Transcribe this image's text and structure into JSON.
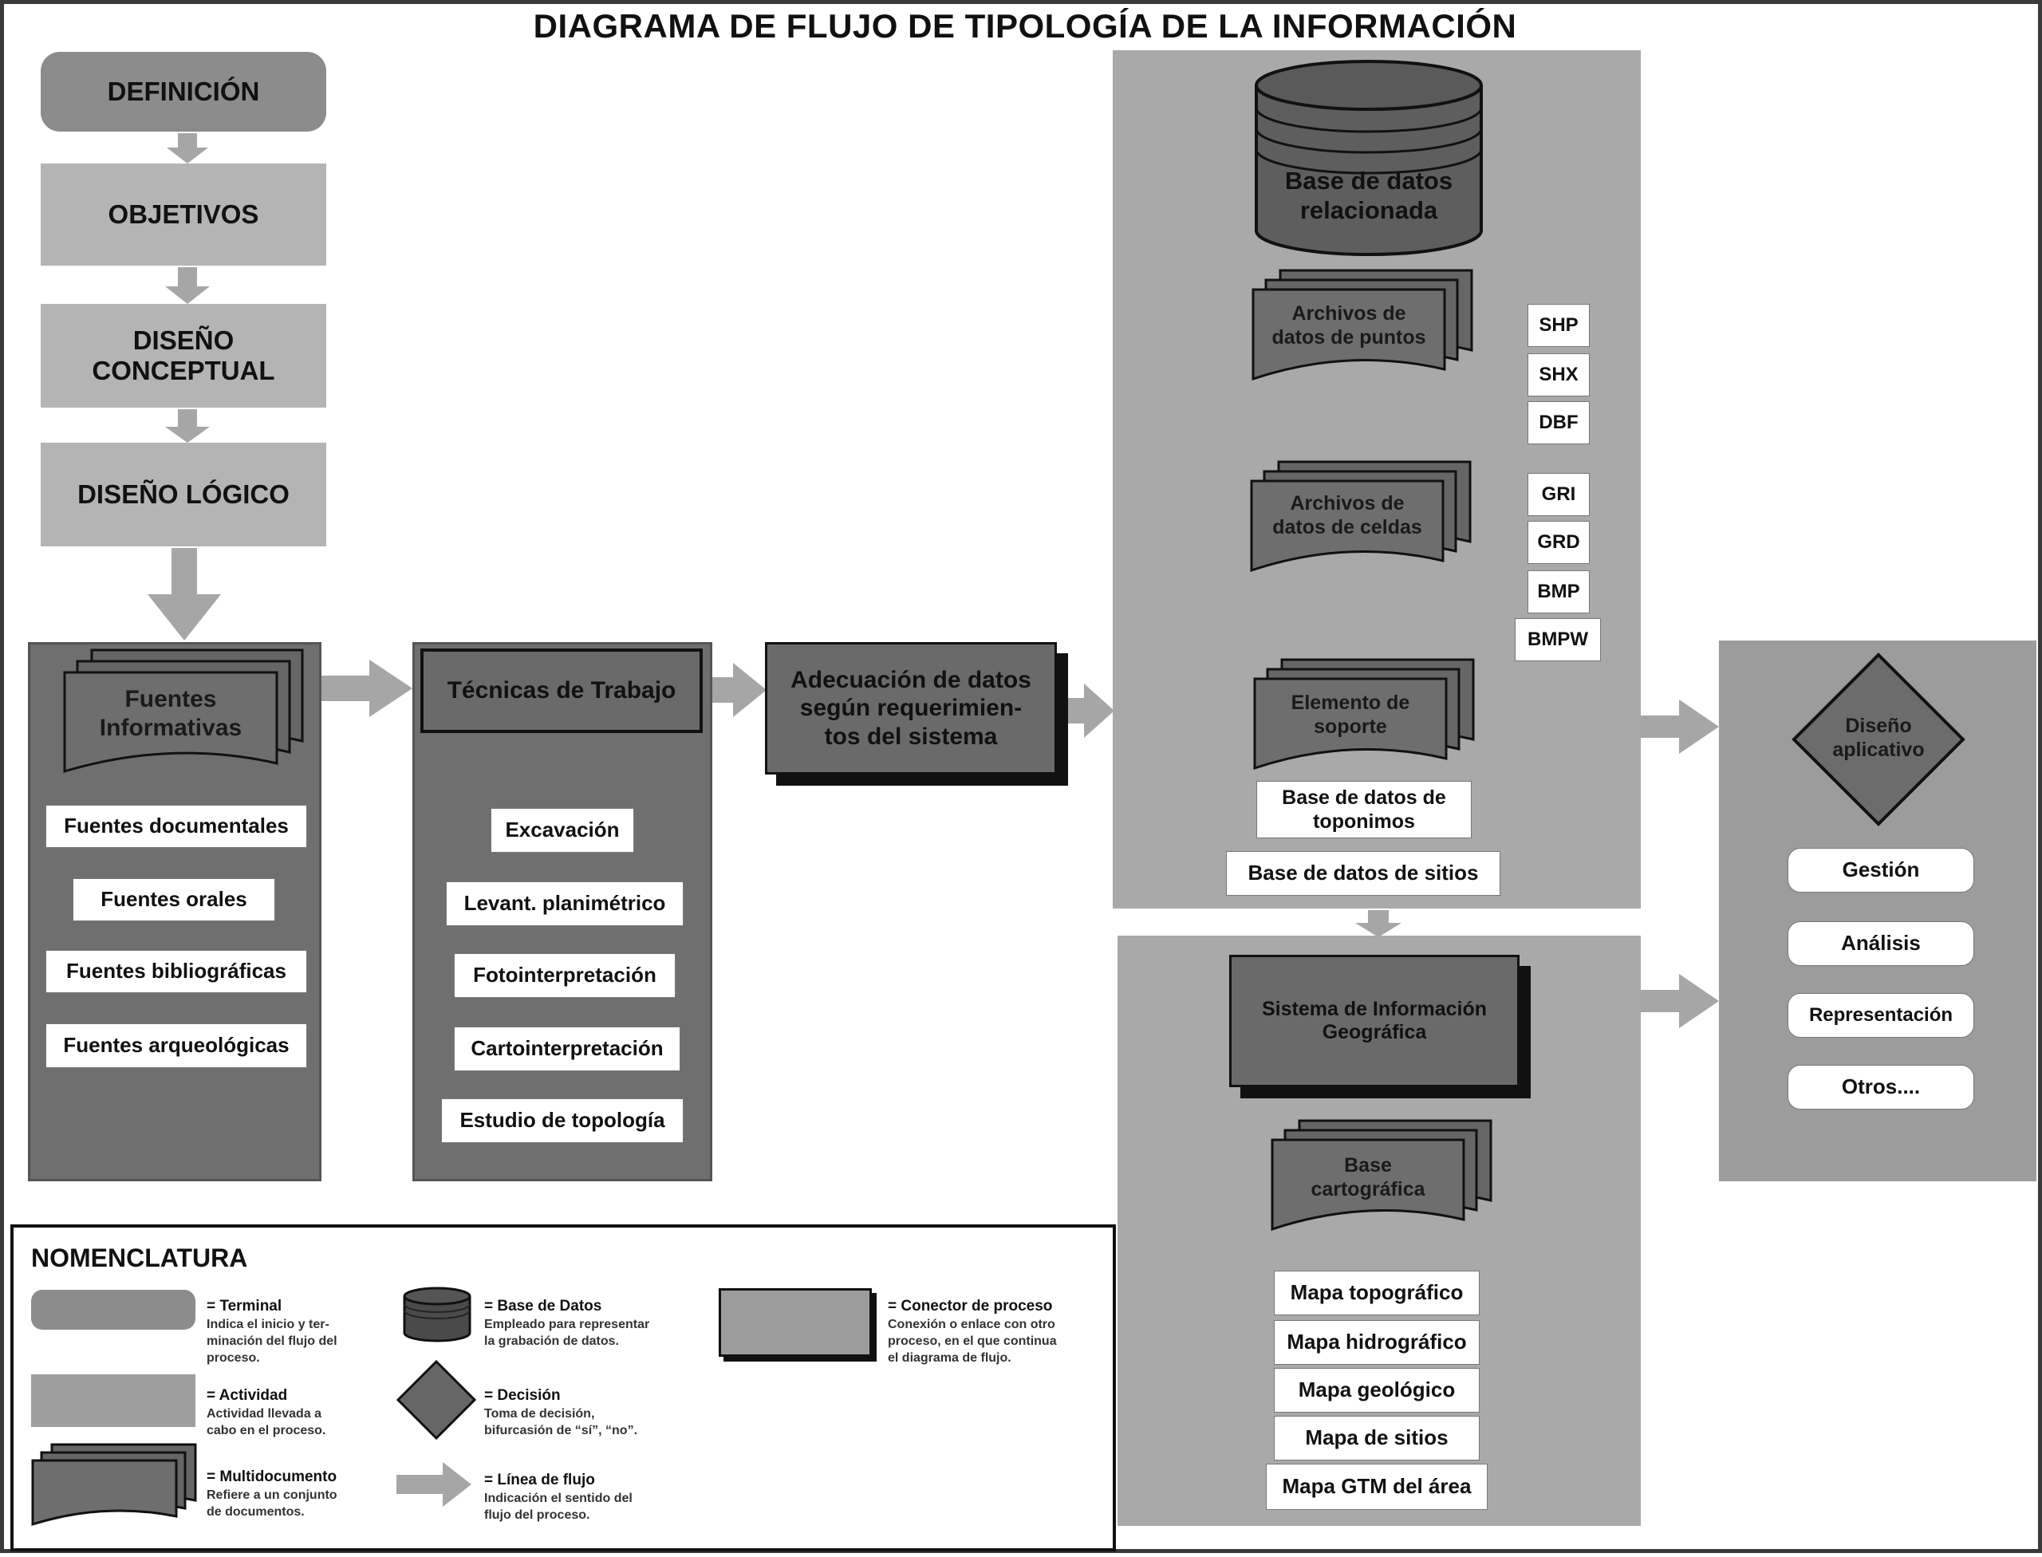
{
  "title": "DIAGRAMA DE FLUJO DE TIPOLOGÍA DE LA INFORMACIÓN",
  "left_column": {
    "definicion": "DEFINICIÓN",
    "objetivos": "OBJETIVOS",
    "diseno_conceptual": "DISEÑO\nCONCEPTUAL",
    "diseno_logico": "DISEÑO LÓGICO"
  },
  "fuentes": {
    "header": "Fuentes\nInformativas",
    "items": [
      "Fuentes documentales",
      "Fuentes orales",
      "Fuentes bibliográficas",
      "Fuentes arqueológicas"
    ]
  },
  "tecnicas": {
    "header": "Técnicas de Trabajo",
    "items": [
      "Excavación",
      "Levant. planimétrico",
      "Fotointerpretación",
      "Cartointerpretación",
      "Estudio de topología"
    ]
  },
  "adecuacion": "Adecuación de datos\nsegún requerimien-\ntos del sistema",
  "database": {
    "label": "Base de datos\nrelacionada",
    "puntos": "Archivos de\ndatos de puntos",
    "celdas": "Archivos de\ndatos de celdas",
    "soporte": "Elemento de\nsoporte",
    "formats_puntos": [
      "SHP",
      "SHX",
      "DBF"
    ],
    "formats_celdas": [
      "GRI",
      "GRD",
      "BMP",
      "BMPW"
    ],
    "toponimos": "Base de datos de\ntoponimos",
    "sitios": "Base de datos de sitios"
  },
  "sig": {
    "label": "Sistema de Información\nGeográfica",
    "base_cartografica": "Base\ncartográfica",
    "maps": [
      "Mapa topográfico",
      "Mapa hidrográfico",
      "Mapa geológico",
      "Mapa de sitios",
      "Mapa GTM del área"
    ]
  },
  "aplicativo": {
    "label": "Diseño\naplicativo",
    "items": [
      "Gestión",
      "Análisis",
      "Representación",
      "Otros...."
    ]
  },
  "legend": {
    "title": "NOMENCLATURA",
    "terminal": {
      "name": "= Terminal",
      "desc": "Indica el inicio y ter-\nminación del flujo del\nproceso."
    },
    "actividad": {
      "name": "= Actividad",
      "desc": "Actividad llevada a\ncabo en el proceso."
    },
    "multidocumento": {
      "name": "= Multidocumento",
      "desc": "Refiere a un conjunto\nde documentos."
    },
    "base_datos": {
      "name": "= Base de Datos",
      "desc": "Empleado para representar\nla grabación de datos."
    },
    "decision": {
      "name": "= Decisión",
      "desc": "Toma de decisión,\nbifurcasión de “sí”, “no”."
    },
    "linea_flujo": {
      "name": "= Línea de flujo",
      "desc": "Indicación el sentido del\nflujo del proceso."
    },
    "conector": {
      "name": "= Conector de proceso",
      "desc": "Conexión o enlace con otro\nproceso, en el que continua\nel diagrama de flujo."
    }
  }
}
